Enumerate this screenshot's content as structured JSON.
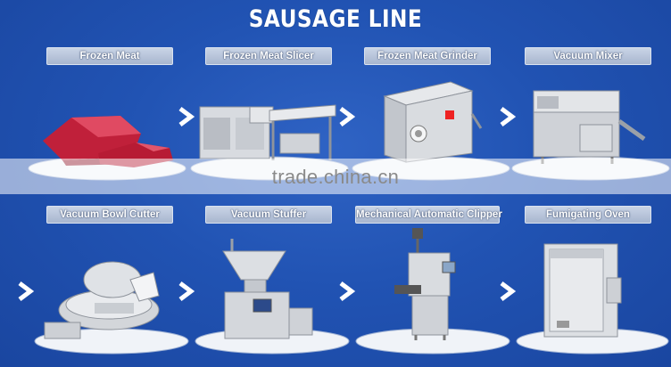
{
  "title": "SAUSAGE LINE",
  "steps": [
    {
      "label": "Frozen Meat",
      "icon": "frozen-meat-image"
    },
    {
      "label": "Frozen Meat Slicer",
      "icon": "meat-slicer-machine-image"
    },
    {
      "label": "Frozen Meat Grinder",
      "icon": "meat-grinder-machine-image"
    },
    {
      "label": "Vacuum Mixer",
      "icon": "vacuum-mixer-machine-image"
    },
    {
      "label": "Vacuum Bowl Cutter",
      "icon": "bowl-cutter-machine-image"
    },
    {
      "label": "Vacuum Stuffer",
      "icon": "vacuum-stuffer-machine-image"
    },
    {
      "label": "Mechanical Automatic Clipper",
      "icon": "clipper-machine-image"
    },
    {
      "label": "Fumigating Oven",
      "icon": "fumigating-oven-image"
    }
  ],
  "watermark": "trade.china.cn",
  "colors": {
    "background": "#2153b3",
    "label_bg": "#b8c4da",
    "meat": "#c0203a",
    "steel": "#c9ccd1"
  }
}
